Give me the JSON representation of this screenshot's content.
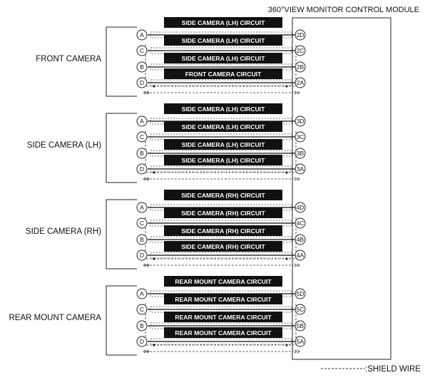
{
  "diagram": {
    "module_title": "360°VIEW MONITOR CONTROL MODULE",
    "legend_label": ":SHIELD WIRE",
    "groups": [
      {
        "name": "FRONT CAMERA",
        "circuits": [
          "SIDE CAMERA (LH) CIRCUIT",
          "SIDE CAMERA (LH) CIRCUIT",
          "SIDE CAMERA (LH) CIRCUIT",
          "FRONT CAMERA CIRCUIT"
        ],
        "pins_left": [
          "A",
          "C",
          "B",
          "D"
        ],
        "pins_right": [
          "2D",
          "2C",
          "2B",
          "2A"
        ]
      },
      {
        "name": "SIDE CAMERA (LH)",
        "circuits": [
          "SIDE CAMERA (LH) CIRCUIT",
          "SIDE CAMERA (LH) CIRCUIT",
          "SIDE CAMERA (LH) CIRCUIT",
          "SIDE CAMERA (LH) CIRCUIT"
        ],
        "pins_left": [
          "A",
          "C",
          "B",
          "D"
        ],
        "pins_right": [
          "3D",
          "3C",
          "3B",
          "3A"
        ]
      },
      {
        "name": "SIDE CAMERA (RH)",
        "circuits": [
          "SIDE CAMERA (RH) CIRCUIT",
          "SIDE CAMERA (RH) CIRCUIT",
          "SIDE CAMERA (RH) CIRCUIT",
          "SIDE CAMERA (RH) CIRCUIT"
        ],
        "pins_left": [
          "A",
          "C",
          "B",
          "D"
        ],
        "pins_right": [
          "4D",
          "4C",
          "4B",
          "4A"
        ]
      },
      {
        "name": "REAR MOUNT CAMERA",
        "circuits": [
          "REAR MOUNT CAMERA CIRCUIT",
          "REAR MOUNT CAMERA CIRCUIT",
          "REAR MOUNT CAMERA CIRCUIT",
          "REAR MOUNT CAMERA CIRCUIT"
        ],
        "pins_left": [
          "A",
          "C",
          "B",
          "D"
        ],
        "pins_right": [
          "5D",
          "5C",
          "5B",
          "5A"
        ]
      }
    ]
  }
}
